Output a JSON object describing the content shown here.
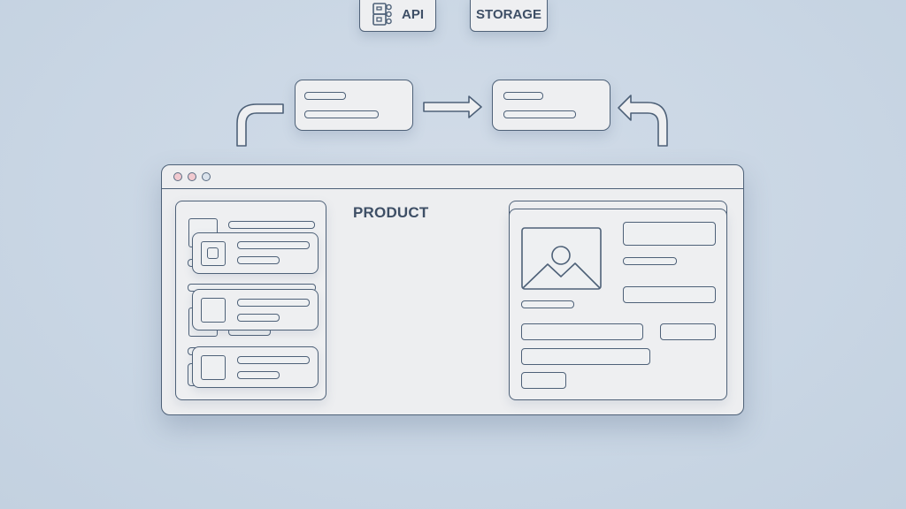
{
  "top_nodes": [
    {
      "label": "API",
      "icon": "database-schema-icon"
    },
    {
      "label": "STORAGE"
    }
  ],
  "flow": {
    "nodes": [
      "source-node",
      "target-node"
    ],
    "arrows": [
      "curved-arrow-left",
      "right-arrow",
      "curved-arrow-right"
    ]
  },
  "browser": {
    "window_dots": [
      "#f1c9cf",
      "#f1c9cf",
      "#dbe3ec"
    ],
    "product_section": {
      "title": "PRODUCT",
      "items": 3
    }
  },
  "colors": {
    "background": "#c9d6e4",
    "outline": "#4e6178",
    "surface": "#eeeff1",
    "text": "#3e4f66"
  }
}
